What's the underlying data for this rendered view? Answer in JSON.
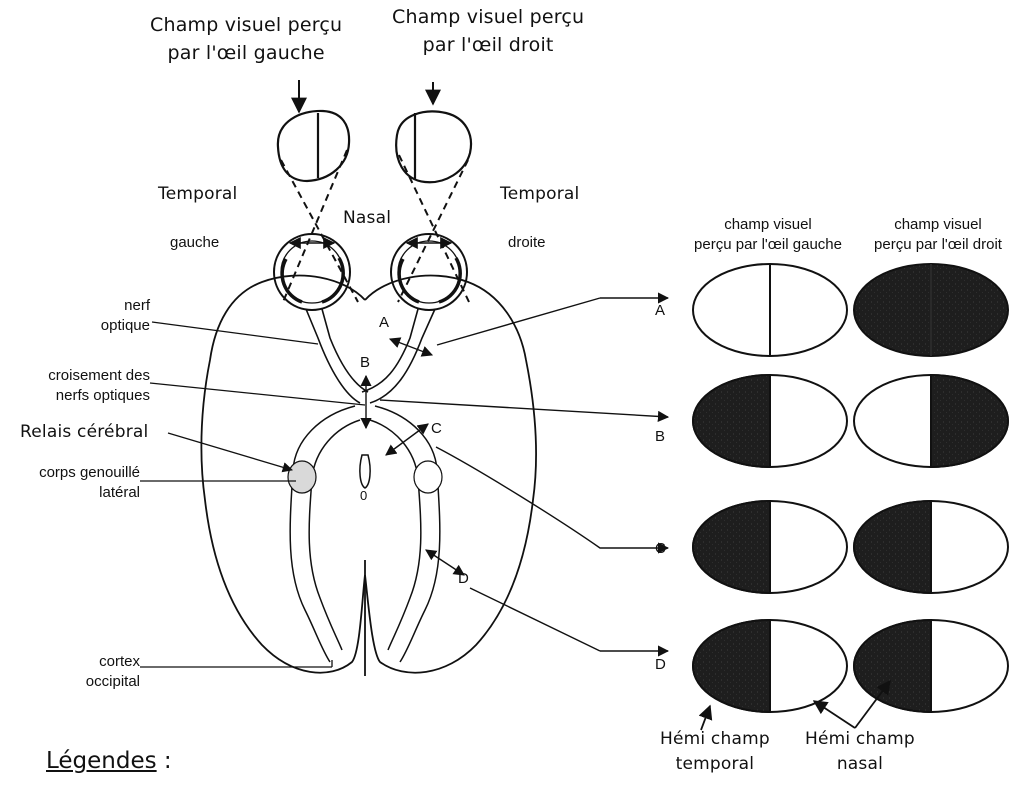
{
  "top_labels": {
    "left_eye_field": [
      "Champ visuel perçu",
      "par l'œil gauche"
    ],
    "right_eye_field": [
      "Champ visuel perçu",
      "par l'œil droit"
    ]
  },
  "side_labels": {
    "temporal_left": [
      "Temporal",
      "gauche"
    ],
    "nasal": "Nasal",
    "temporal_right": [
      "Temporal",
      "droite"
    ]
  },
  "brain_labels": {
    "nerf_optique": [
      "nerf",
      "optique"
    ],
    "croisement": [
      "croisement des",
      "nerfs optiques"
    ],
    "relais": "Relais cérébral",
    "corps_genouille": [
      "corps genouillé",
      "latéral"
    ],
    "cortex": [
      "cortex",
      "occipital"
    ]
  },
  "lesion_letters": [
    "A",
    "B",
    "C",
    "D"
  ],
  "center_mark": "0",
  "column_headers": {
    "left": [
      "champ visuel",
      "perçu par l'œil gauche"
    ],
    "right": [
      "champ visuel",
      "perçu par l'œil droit"
    ]
  },
  "field_deficits": [
    {
      "lesion": "A",
      "left_eye": "intact",
      "right_eye": "totally blind"
    },
    {
      "lesion": "B",
      "left_eye": "temporal half blind",
      "right_eye": "temporal half blind"
    },
    {
      "lesion": "C",
      "left_eye": "temporal half blind",
      "right_eye": "nasal half blind"
    },
    {
      "lesion": "D",
      "left_eye": "temporal half blind",
      "right_eye": "nasal half blind"
    }
  ],
  "bottom_labels": {
    "hemi_temporal": [
      "Hémi champ",
      "temporal"
    ],
    "hemi_nasal": [
      "Hémi champ",
      "nasal"
    ]
  },
  "legend": {
    "title": "Légendes",
    "suffix": " :"
  },
  "colors": {
    "ink": "#111111",
    "dark_fill": "#1e1e1e",
    "paper": "#ffffff"
  }
}
